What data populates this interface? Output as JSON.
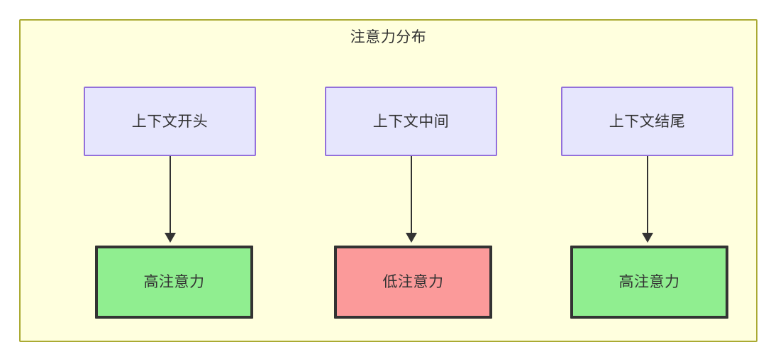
{
  "diagram": {
    "title": "注意力分布",
    "frame_color": "#aaaa33",
    "frame_background": "#ffffde",
    "context_nodes": [
      {
        "id": "context-start",
        "label": "上下文开头",
        "fill": "#e6e6fd",
        "stroke": "#9370db"
      },
      {
        "id": "context-middle",
        "label": "上下文中间",
        "fill": "#e6e6fd",
        "stroke": "#9370db"
      },
      {
        "id": "context-end",
        "label": "上下文结尾",
        "fill": "#e6e6fd",
        "stroke": "#9370db"
      }
    ],
    "attention_nodes": [
      {
        "id": "attention-high-start",
        "label": "高注意力",
        "fill": "#90ee90",
        "stroke": "#333333"
      },
      {
        "id": "attention-low-middle",
        "label": "低注意力",
        "fill": "#fb9a9a",
        "stroke": "#333333"
      },
      {
        "id": "attention-high-end",
        "label": "高注意力",
        "fill": "#90ee90",
        "stroke": "#333333"
      }
    ],
    "edges": [
      {
        "from": "context-start",
        "to": "attention-high-start",
        "label": ""
      },
      {
        "from": "context-middle",
        "to": "attention-low-middle",
        "label": ""
      },
      {
        "from": "context-end",
        "to": "attention-high-end",
        "label": ""
      }
    ]
  }
}
